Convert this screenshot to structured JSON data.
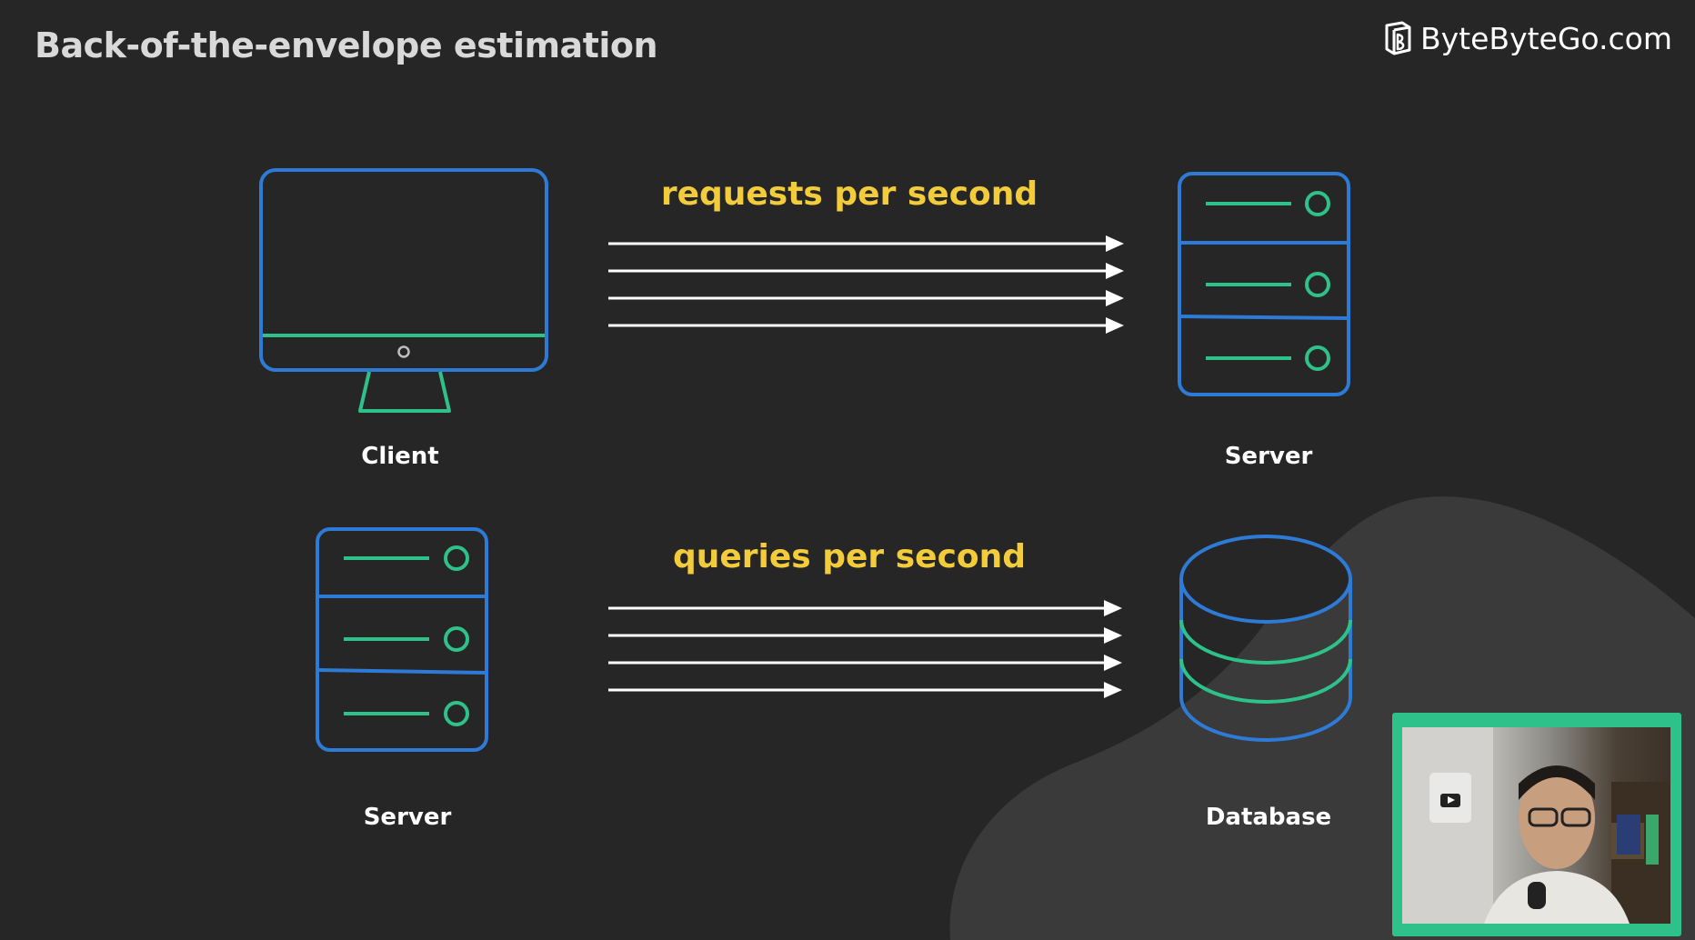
{
  "title": "Back-of-the-envelope estimation",
  "brand": {
    "name": "ByteByteGo.com",
    "icon": "bytebytego-logo-icon"
  },
  "colors": {
    "background": "#262626",
    "blob": "#3a3a3a",
    "outline_blue": "#2d7bd6",
    "accent_green": "#2ec28a",
    "rate_yellow": "#f2cc3a",
    "arrow_white": "#ffffff"
  },
  "rows": [
    {
      "source_label": "Client",
      "rate_label": "requests per second",
      "target_label": "Server"
    },
    {
      "source_label": "Server",
      "rate_label": "queries per second",
      "target_label": "Database"
    }
  ],
  "presenter_video": {
    "icon": "presenter-webcam"
  }
}
